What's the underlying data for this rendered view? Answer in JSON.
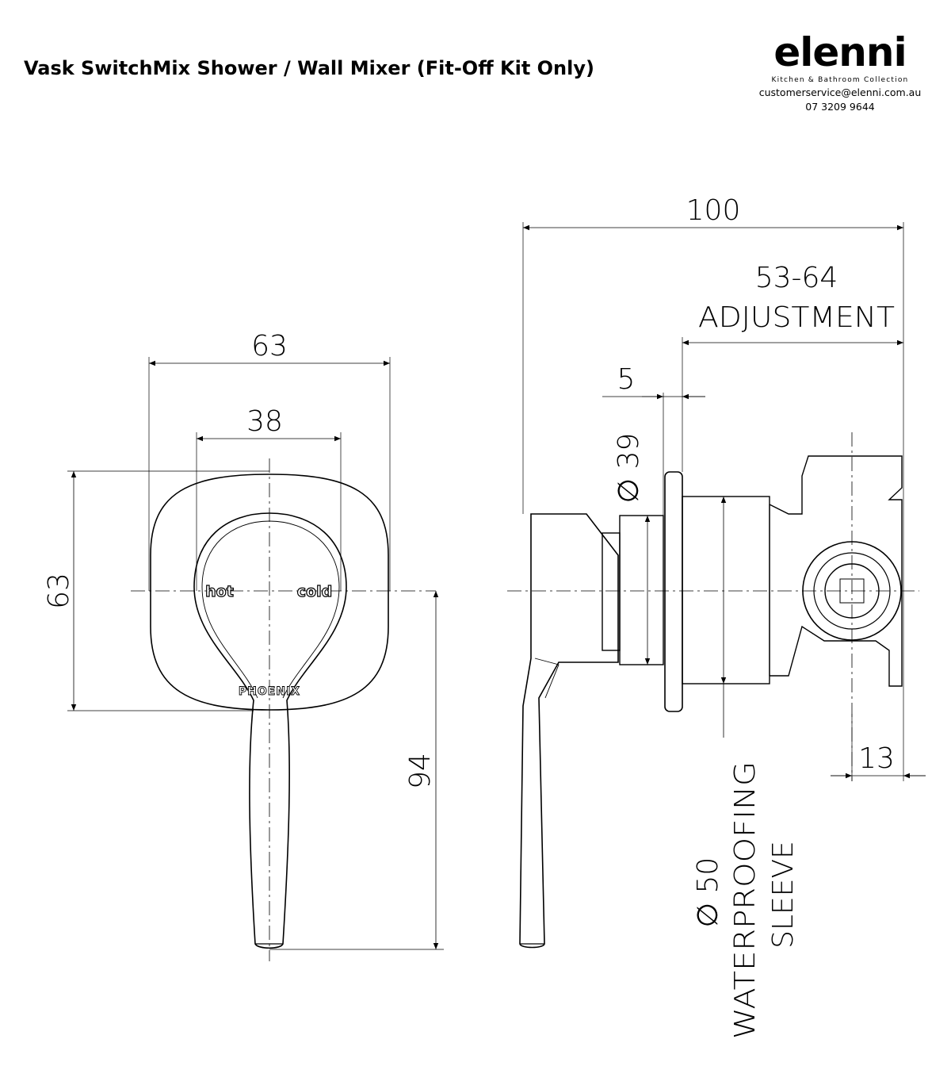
{
  "document": {
    "title": "Vask SwitchMix Shower / Wall Mixer (Fit-Off Kit Only)"
  },
  "brand": {
    "logo_text": "elenni",
    "tagline": "Kitchen & Bathroom Collection",
    "email": "customerservice@elenni.com.au",
    "phone": "07 3209 9644"
  },
  "front_view": {
    "dim_plate_width": "63",
    "dim_handle_width": "38",
    "dim_plate_height": "63",
    "dim_lever_drop": "94",
    "label_hot": "hot",
    "label_cold": "cold",
    "label_brand": "PHOENIX"
  },
  "side_view": {
    "dim_total_depth": "100",
    "dim_adjustment_value": "53-64",
    "dim_adjustment_label": "ADJUSTMENT",
    "dim_flange": "5",
    "dim_diameter_39": "∅ 39",
    "dim_diameter_50": "∅ 50",
    "sleeve_line1": "WATERPROOFING",
    "sleeve_line2": "SLEEVE",
    "dim_rear": "13"
  },
  "colors": {
    "line": "#000000",
    "background": "#ffffff"
  }
}
